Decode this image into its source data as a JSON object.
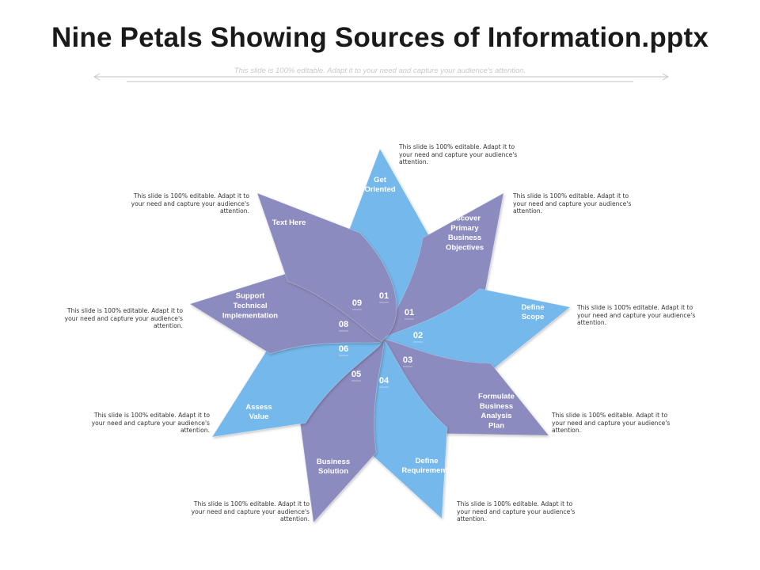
{
  "title": "Nine Petals Showing Sources of Information.pptx",
  "subtitle": "This slide is 100% editable. Adapt it to your need and capture your audience's attention.",
  "colors": {
    "purple": "#8c8bbf",
    "blue": "#74b8ec",
    "accent_line": "#d4d4d4"
  },
  "petals": [
    {
      "number": "01",
      "label": "Get Oriented",
      "color": "blue"
    },
    {
      "number": "01",
      "label": "Discover Primary Business Objectives",
      "color": "purple"
    },
    {
      "number": "02",
      "label": "Define Scope",
      "color": "blue"
    },
    {
      "number": "03",
      "label": "Formulate Business Analysis Plan",
      "color": "purple"
    },
    {
      "number": "04",
      "label": "Define Requirements",
      "color": "blue"
    },
    {
      "number": "05",
      "label": "Business Solution",
      "color": "purple"
    },
    {
      "number": "06",
      "label": "Assess Value",
      "color": "blue"
    },
    {
      "number": "08",
      "label": "Support Technical Implementation",
      "color": "purple"
    },
    {
      "number": "09",
      "label": "Text Here",
      "color": "purple"
    }
  ],
  "descriptions": [
    "This slide is 100% editable. Adapt it to your need and capture your audience's attention.",
    "This slide is 100% editable. Adapt it to your need and capture your audience's attention.",
    "This slide is 100% editable. Adapt it to your need and capture your audience's attention.",
    "This slide is 100% editable. Adapt it to your need and capture your audience's attention.",
    "This slide is 100% editable. Adapt it to your need and capture your audience's attention.",
    "This slide is 100% editable. Adapt it to your need and capture your audience's attention.",
    "This slide is 100% editable. Adapt it to your need and capture your audience's attention.",
    "This slide is 100% editable. Adapt it to your need and capture your audience's attention.",
    "This slide is 100% editable. Adapt it to your need and capture your audience's attention."
  ]
}
